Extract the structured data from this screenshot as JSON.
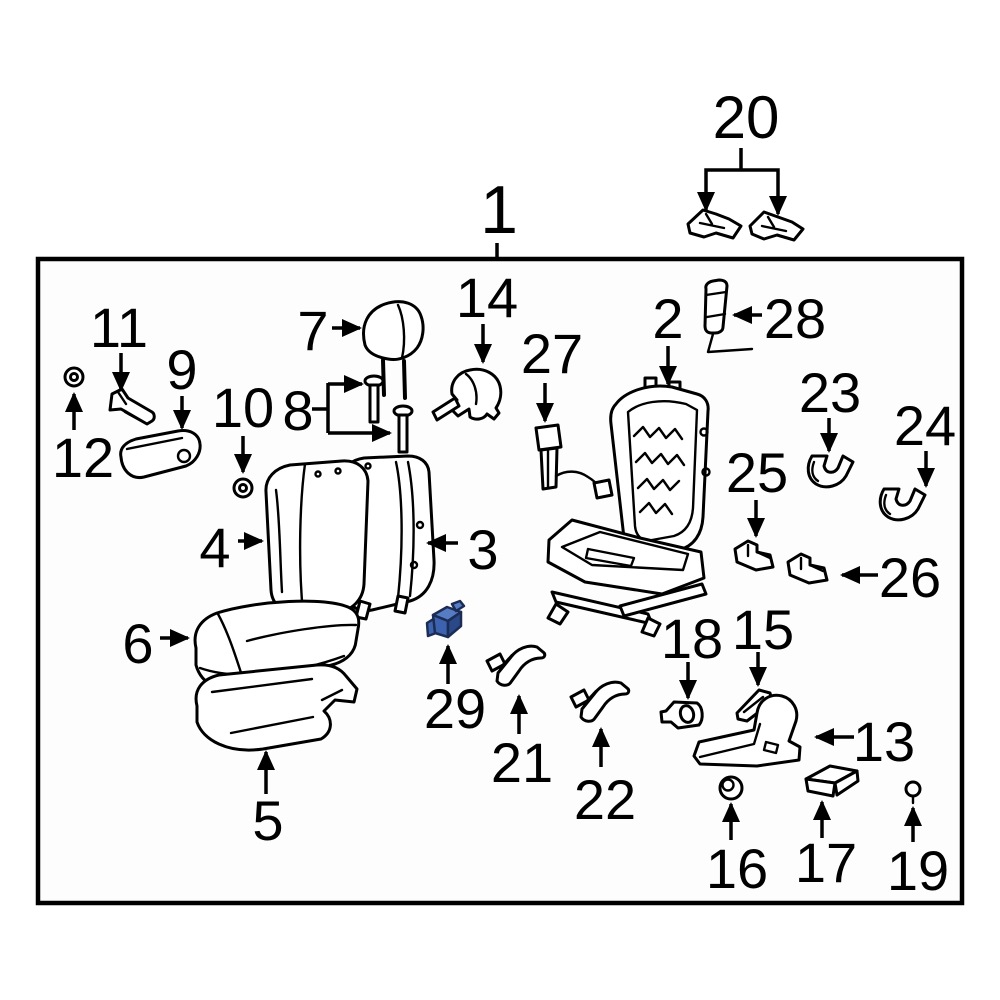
{
  "diagram": {
    "type": "exploded-parts-diagram",
    "depicted_assembly": "front seat",
    "background_color": "#ffffff",
    "line_color": "#000000",
    "highlight_color": "#3d63b0",
    "highlighted_callout": "29",
    "callouts": [
      {
        "number": "1",
        "depicts": "assembly boundary box"
      },
      {
        "number": "2",
        "depicts": "seat frame with springs"
      },
      {
        "number": "3",
        "depicts": "seat back panel"
      },
      {
        "number": "4",
        "depicts": "seat back cushion"
      },
      {
        "number": "5",
        "depicts": "seat cushion pad"
      },
      {
        "number": "6",
        "depicts": "seat cushion cover"
      },
      {
        "number": "7",
        "depicts": "headrest"
      },
      {
        "number": "8",
        "depicts": "headrest guide pins"
      },
      {
        "number": "9",
        "depicts": "armrest"
      },
      {
        "number": "10",
        "depicts": "grommet"
      },
      {
        "number": "11",
        "depicts": "bolt"
      },
      {
        "number": "12",
        "depicts": "grommet"
      },
      {
        "number": "13",
        "depicts": "side shield cover"
      },
      {
        "number": "14",
        "depicts": "cover bracket"
      },
      {
        "number": "15",
        "depicts": "shield wing"
      },
      {
        "number": "16",
        "depicts": "round knob"
      },
      {
        "number": "17",
        "depicts": "switch cover"
      },
      {
        "number": "18",
        "depicts": "bracket with hole"
      },
      {
        "number": "19",
        "depicts": "small stem ball"
      },
      {
        "number": "20",
        "depicts": "pair of mounting clips"
      },
      {
        "number": "21",
        "depicts": "curved hook trim"
      },
      {
        "number": "22",
        "depicts": "curved hook trim"
      },
      {
        "number": "23",
        "depicts": "hook bracket"
      },
      {
        "number": "24",
        "depicts": "hook bracket"
      },
      {
        "number": "25",
        "depicts": "step bracket"
      },
      {
        "number": "26",
        "depicts": "step bracket"
      },
      {
        "number": "27",
        "depicts": "seat belt buckle"
      },
      {
        "number": "28",
        "depicts": "damper cylinder"
      },
      {
        "number": "29",
        "depicts": "highlighted clip (selected part)"
      }
    ]
  }
}
